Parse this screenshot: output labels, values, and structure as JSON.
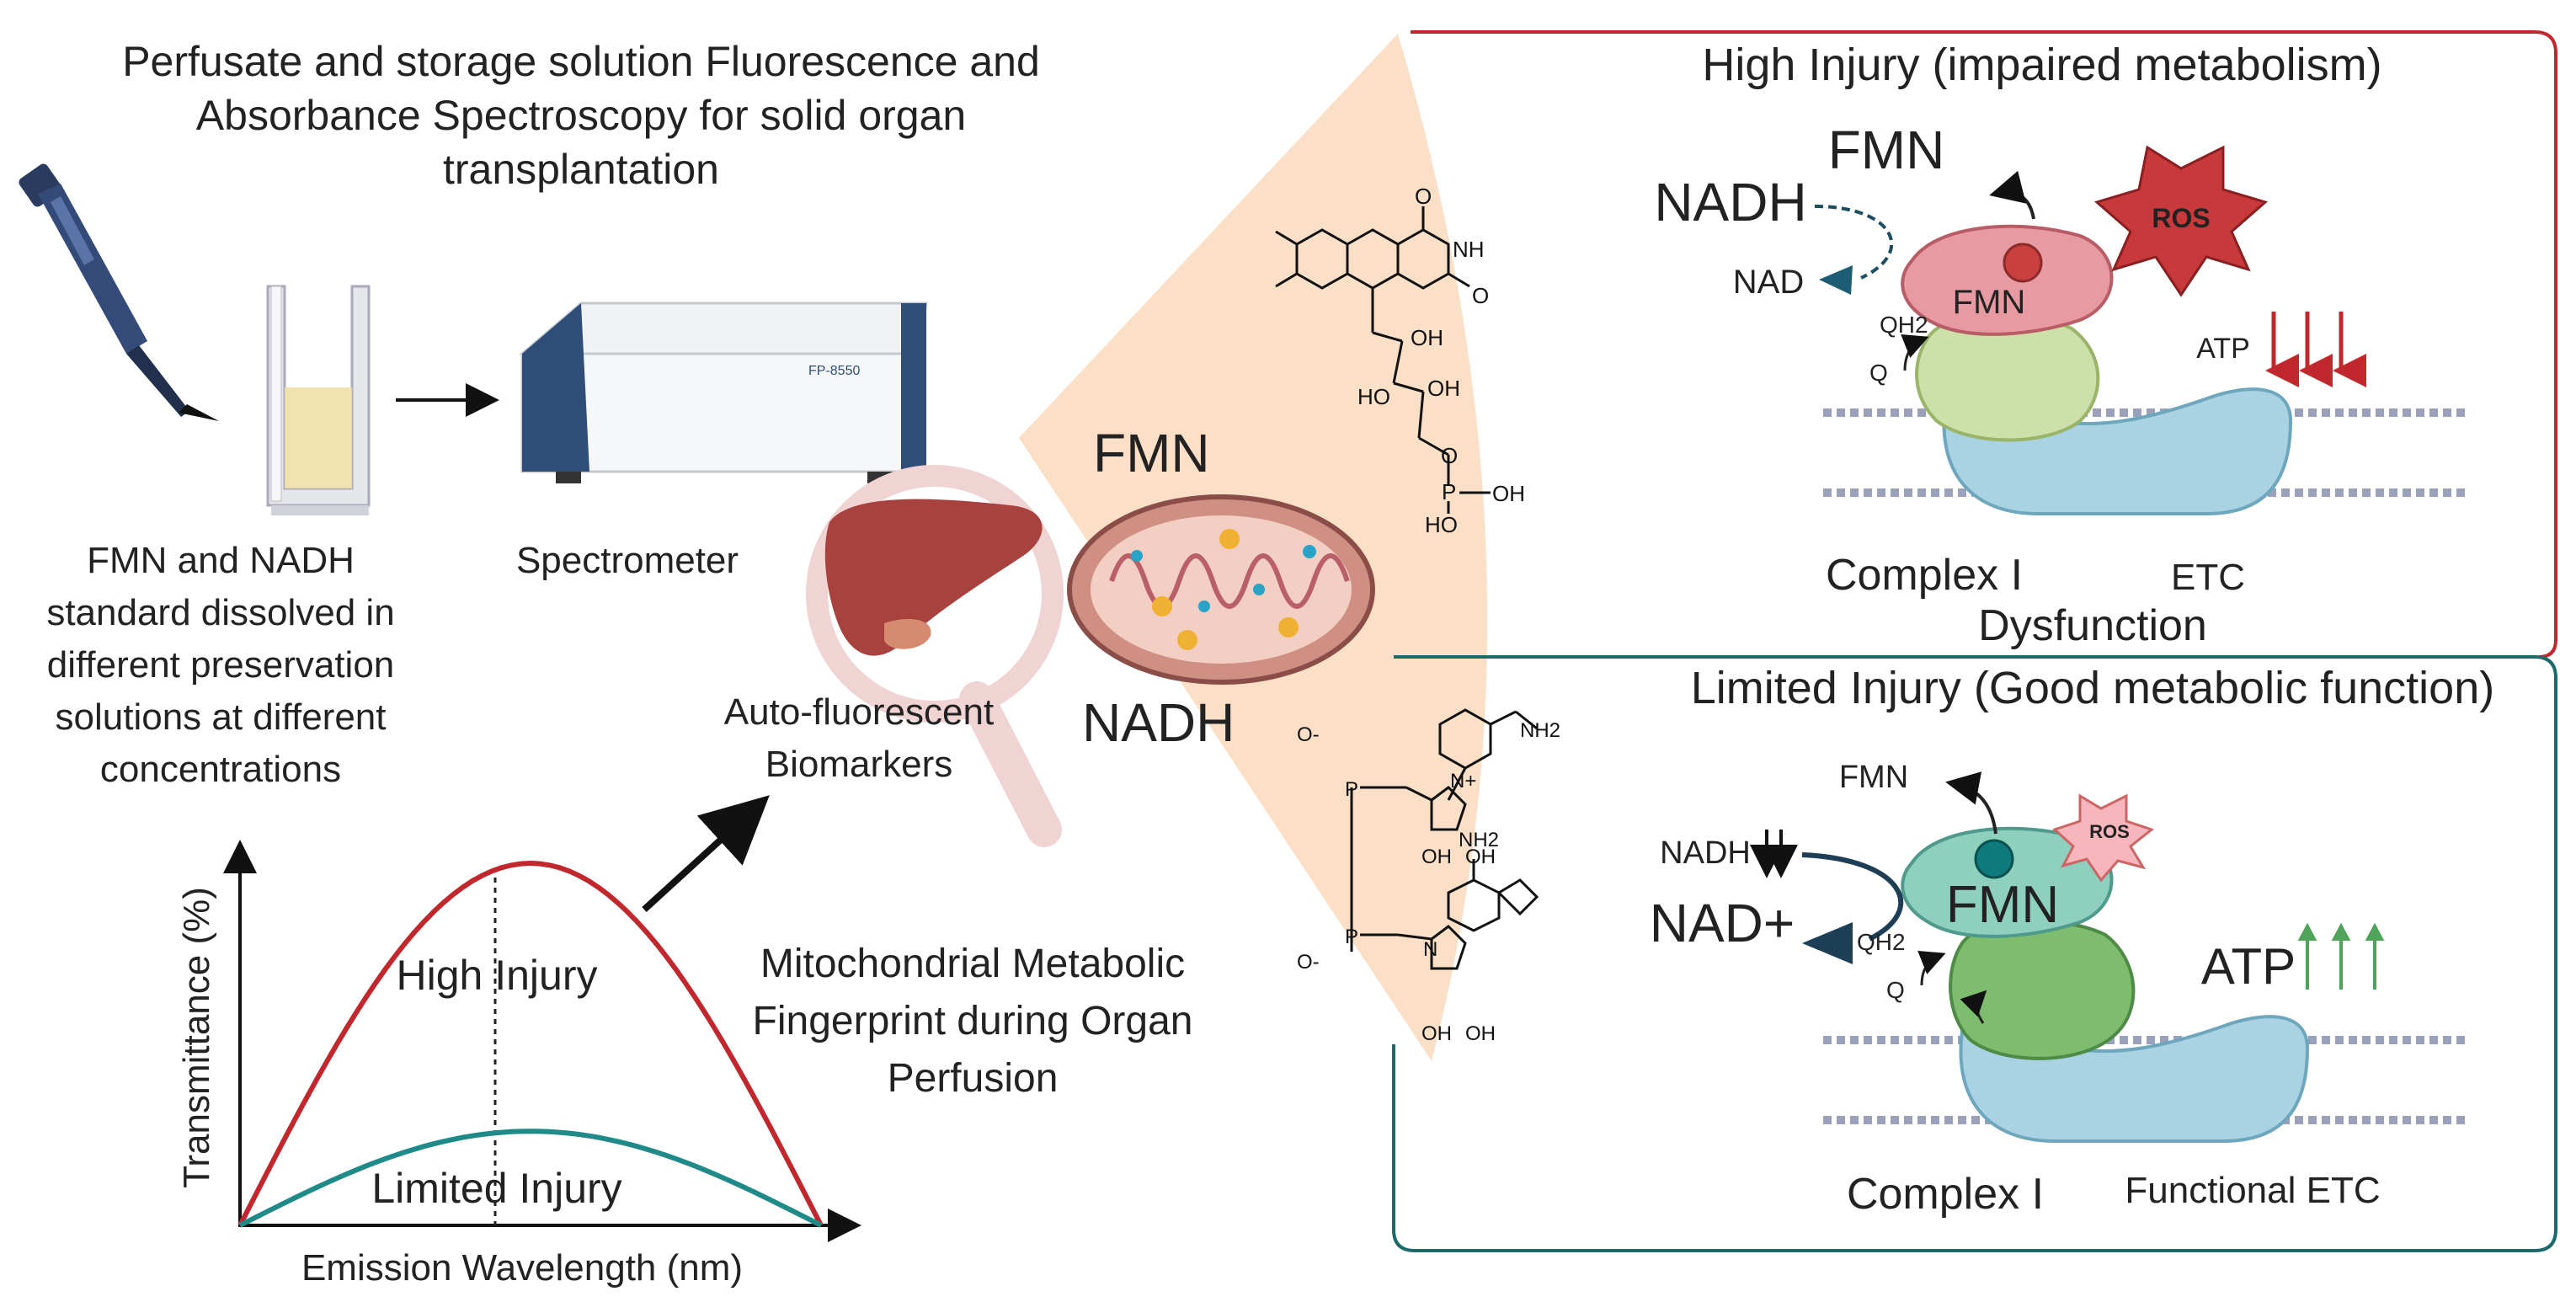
{
  "intro": {
    "title_lines": [
      "Perfusate and storage solution Fluorescence and",
      "Absorbance Spectroscopy for solid organ",
      "transplantation"
    ],
    "sample_caption_lines": [
      "FMN and NADH",
      "standard dissolved in",
      "different preservation",
      "solutions at different",
      "concentrations"
    ],
    "spectrometer_label": "Spectrometer",
    "spectrometer_model": "FP-8550",
    "biomarker_lines": [
      "Auto-fluorescent",
      "Biomarkers"
    ],
    "fingerprint_lines": [
      "Mitochondrial Metabolic",
      "Fingerprint during Organ",
      "Perfusion"
    ]
  },
  "chart_data": {
    "type": "line",
    "xlabel": "Emission Wavelength (nm)",
    "ylabel": "Transmittance (%)",
    "series": [
      {
        "name": "High Injury",
        "color": "#c0282e",
        "peak": 1.0
      },
      {
        "name": "Limited Injury",
        "color": "#1f8a88",
        "peak": 0.26
      }
    ]
  },
  "molecules": {
    "fmn_label": "FMN",
    "nadh_label": "NADH",
    "fmn_atoms": {
      "o_top": "O",
      "nh": "NH",
      "o_right": "O",
      "oh1": "OH",
      "ho": "HO",
      "oh2": "OH",
      "o_p": "O",
      "p": "P",
      "oh_p": "OH",
      "ho_p": "HO"
    },
    "nadh_atoms": {
      "nh2_top": "NH2",
      "nplus": "N+",
      "o_minus1": "O-",
      "o_minus2": "O-",
      "p1": "P",
      "p2": "P",
      "oh1": "OH",
      "oh2": "OH",
      "oh3": "OH",
      "oh4": "OH",
      "nh2_ad": "NH2",
      "n": "N"
    }
  },
  "high_panel": {
    "title": "High Injury (impaired metabolism)",
    "color": "#c0282e",
    "fmn_top": "FMN",
    "nadh": "NADH",
    "nad": "NAD",
    "qh2": "QH2",
    "q": "Q",
    "fmn_inner": "FMN",
    "ros": "ROS",
    "atp": "ATP",
    "complex": "Complex I",
    "etc": "ETC",
    "dysfunction": "Dysfunction"
  },
  "low_panel": {
    "title": "Limited Injury (Good metabolic function)",
    "color": "#1e6a6b",
    "fmn_top": "FMN",
    "nadh": "NADH",
    "nad": "NAD+",
    "qh2": "QH2",
    "q": "Q",
    "fmn_inner": "FMN",
    "ros": "ROS",
    "atp": "ATP",
    "complex": "Complex I",
    "etc": "Functional ETC"
  }
}
